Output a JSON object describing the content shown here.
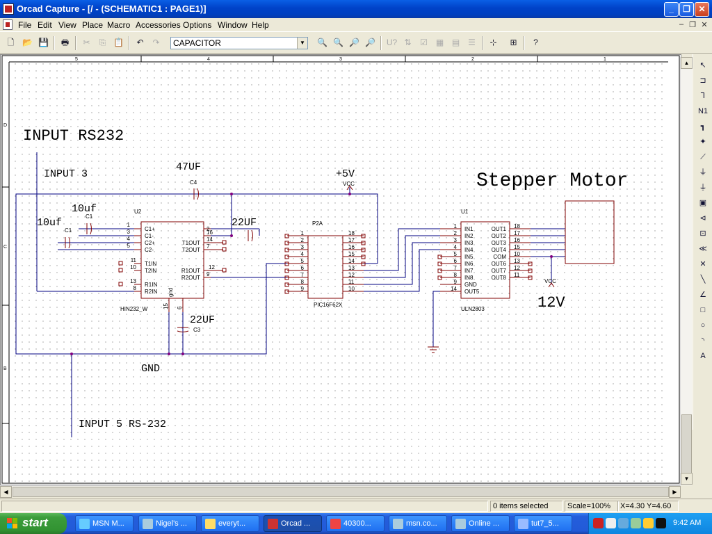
{
  "window": {
    "title": "Orcad Capture - [/ - (SCHEMATIC1 : PAGE1)]",
    "controls": [
      "_",
      "❐",
      "✕"
    ]
  },
  "menu": [
    "File",
    "Edit",
    "View",
    "Place",
    "Macro",
    "Accessories",
    "Options",
    "Window",
    "Help"
  ],
  "mdi_controls": [
    "–",
    "❐",
    "✕"
  ],
  "toolbar": {
    "part_combo_value": "CAPACITOR"
  },
  "schematic": {
    "border_cols": [
      "5",
      "4",
      "3",
      "2",
      "1"
    ],
    "border_rows": [
      "D",
      "C",
      "B"
    ],
    "labels": {
      "input_rs232": "INPUT RS232",
      "input3": "INPUT 3",
      "c4_value": "47UF",
      "c4_ref": "C4",
      "vcc5_value": "+5V",
      "vcc_label": "VCC",
      "stepper": "Stepper Motor",
      "c1_value": "10uf",
      "c1_value2": "10uf",
      "c1_ref": "C1",
      "c1_ref2": "C1",
      "c22_value": "22UF",
      "c3_value": "22UF",
      "c3_ref": "C3",
      "gnd_label": "GND",
      "input5": "INPUT 5 RS-232",
      "v12": "12V",
      "vcc2_label": "VCC"
    },
    "u2": {
      "ref": "U2",
      "part": "HIN232_W",
      "left_pins": [
        {
          "num": "1",
          "name": "C1+"
        },
        {
          "num": "3",
          "name": "C1-"
        },
        {
          "num": "4",
          "name": "C2+"
        },
        {
          "num": "5",
          "name": "C2-"
        },
        {
          "num": "11",
          "name": "T1IN"
        },
        {
          "num": "10",
          "name": "T2IN"
        },
        {
          "num": "13",
          "name": "R1IN"
        },
        {
          "num": "8",
          "name": "R2IN"
        }
      ],
      "right_pins": [
        {
          "num": "2",
          "name": ""
        },
        {
          "num": "16",
          "name": ""
        },
        {
          "num": "14",
          "name": "T1OUT"
        },
        {
          "num": "7",
          "name": "T2OUT"
        },
        {
          "num": "12",
          "name": "R1OUT"
        },
        {
          "num": "9",
          "name": "R2OUT"
        }
      ],
      "bottom": {
        "gnd_name": "gnd",
        "pin15": "15",
        "pin6": "6"
      }
    },
    "p2a": {
      "ref": "P2A",
      "part": "PIC16F62X",
      "left_pins": [
        "1",
        "2",
        "3",
        "4",
        "5",
        "6",
        "7",
        "8",
        "9"
      ],
      "right_pins": [
        "18",
        "17",
        "16",
        "15",
        "14",
        "13",
        "12",
        "11",
        "10"
      ]
    },
    "u1": {
      "ref": "U1",
      "part": "ULN2803",
      "left_pins": [
        {
          "num": "1",
          "name": "IN1"
        },
        {
          "num": "2",
          "name": "IN2"
        },
        {
          "num": "3",
          "name": "IN3"
        },
        {
          "num": "4",
          "name": "IN4"
        },
        {
          "num": "5",
          "name": "IN5"
        },
        {
          "num": "6",
          "name": "IN6"
        },
        {
          "num": "7",
          "name": "IN7"
        },
        {
          "num": "8",
          "name": "IN8"
        },
        {
          "num": "9",
          "name": "GND"
        },
        {
          "num": "14",
          "name": "OUT5"
        }
      ],
      "right_pins": [
        {
          "num": "18",
          "name": "OUT1"
        },
        {
          "num": "17",
          "name": "OUT2"
        },
        {
          "num": "16",
          "name": "OUT3"
        },
        {
          "num": "15",
          "name": "OUT4"
        },
        {
          "num": "10",
          "name": "COM"
        },
        {
          "num": "13",
          "name": "OUT6"
        },
        {
          "num": "12",
          "name": "OUT7"
        },
        {
          "num": "11",
          "name": "OUT8"
        }
      ]
    }
  },
  "status": {
    "selection": "0 items selected",
    "scale": "Scale=100%",
    "coords": "X=4.30  Y=4.60"
  },
  "taskbar": {
    "start": "start",
    "tasks": [
      "MSN M...",
      "Nigel's ...",
      "everyt...",
      "Orcad ...",
      "40300...",
      "msn.co...",
      "Online ...",
      "tut7_5..."
    ],
    "clock": "9:42 AM"
  },
  "colors": {
    "wire": "#000080",
    "part": "#800000",
    "text": "#000000",
    "title_bar": "#0a5fe5"
  }
}
